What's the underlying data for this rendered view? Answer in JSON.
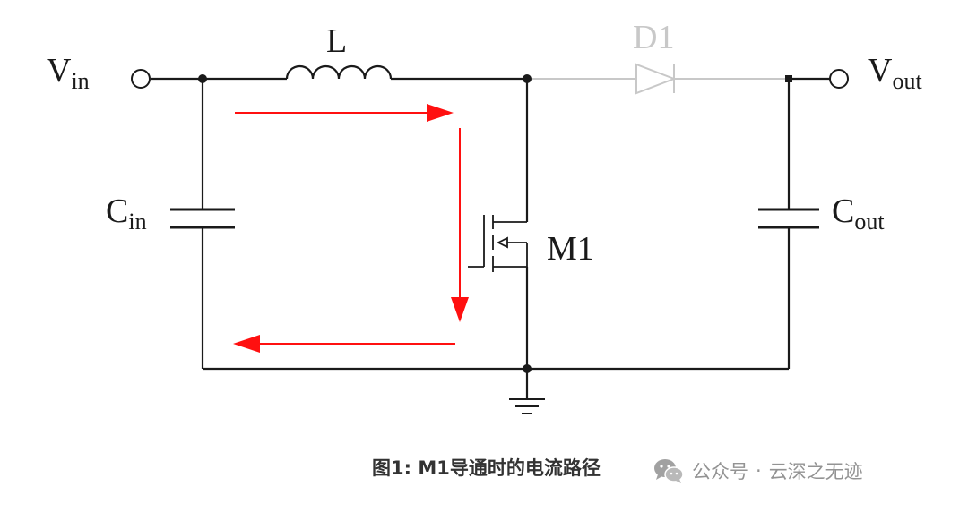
{
  "labels": {
    "vin_main": "V",
    "vin_sub": "in",
    "inductor": "L",
    "diode": "D1",
    "vout_main": "V",
    "vout_sub": "out",
    "cin_main": "C",
    "cin_sub": "in",
    "cout_main": "C",
    "cout_sub": "out",
    "mosfet": "M1"
  },
  "caption": "图1: M1导通时的电流路径",
  "watermark": {
    "source": "公众号",
    "separator": "·",
    "account": "云深之无迹",
    "icon": "wechat-icon"
  },
  "colors": {
    "wire": "#1a1a1a",
    "inactive_branch": "#c8c8c8",
    "current_arrow": "#ff1010"
  }
}
